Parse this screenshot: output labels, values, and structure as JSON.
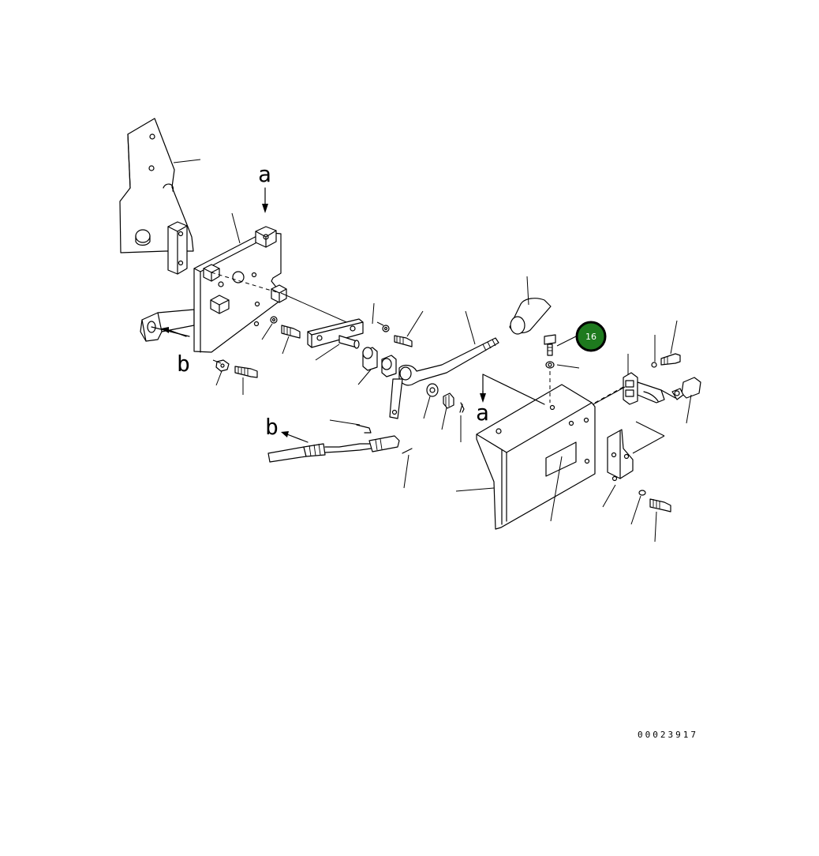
{
  "view_labels": {
    "a_top": "a",
    "a_right": "a",
    "b_left": "b",
    "b_cable": "b"
  },
  "callout": {
    "label": "16",
    "fill_color": "#1e7a1e",
    "ring_color": "#000000",
    "text_color": "#ffffff"
  },
  "drawing_number": "00023917",
  "icons": [
    "circle-callout-icon"
  ]
}
